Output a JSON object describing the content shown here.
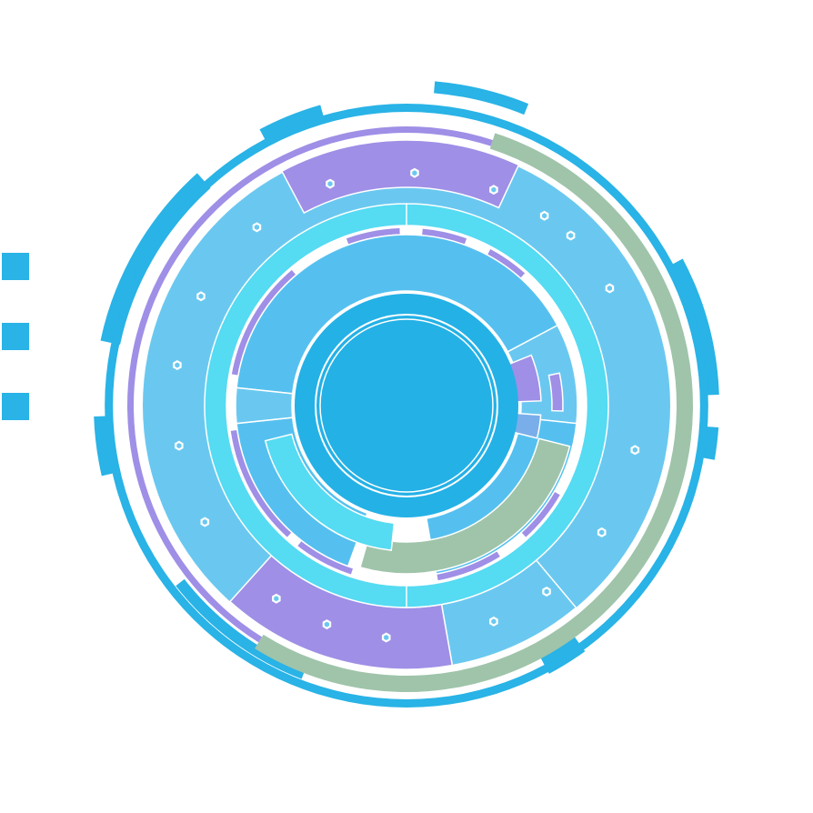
{
  "palette": {
    "blue": "#29b3e6",
    "sky": "#6ac8f0",
    "mid": "#55c0ef",
    "cyan": "#55dbf2",
    "purple": "#9f8fe6",
    "sage": "#9fc4aa",
    "periwinkle": "#7aaeea",
    "core": "#24b1e6",
    "white": "#ffffff"
  },
  "side_squares": [
    {
      "name": "side-square-top"
    },
    {
      "name": "side-square-middle"
    },
    {
      "name": "side-square-bottom"
    }
  ],
  "icons": [
    "hexagon-icon"
  ]
}
